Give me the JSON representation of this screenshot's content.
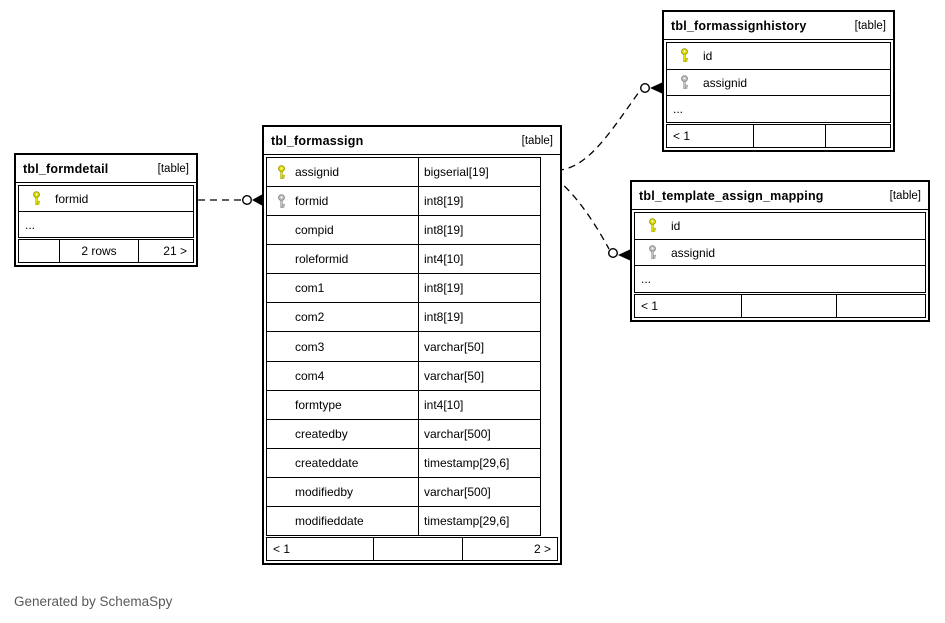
{
  "note": "Generated by SchemaSpy",
  "colors": {
    "border": "#000000",
    "background": "#ffffff",
    "primary_key_fill": "#e3e300",
    "primary_key_stroke": "#9d9d00",
    "foreign_key_fill": "#c2c2c2",
    "foreign_key_stroke": "#8a8a8a",
    "note_text": "#595959"
  },
  "tables": {
    "formdetail": {
      "title": "tbl_formdetail",
      "tag": "[table]",
      "columns": [
        {
          "name": "formid",
          "key": "pk"
        },
        {
          "name": "...",
          "ellipsis": true
        }
      ],
      "footer": [
        "",
        "2 rows",
        "21 >"
      ]
    },
    "formassign": {
      "title": "tbl_formassign",
      "tag": "[table]",
      "columns": [
        {
          "name": "assignid",
          "type": "bigserial[19]",
          "key": "pk"
        },
        {
          "name": "formid",
          "type": "int8[19]",
          "key": "fk"
        },
        {
          "name": "compid",
          "type": "int8[19]"
        },
        {
          "name": "roleformid",
          "type": "int4[10]"
        },
        {
          "name": "com1",
          "type": "int8[19]"
        },
        {
          "name": "com2",
          "type": "int8[19]"
        },
        {
          "name": "com3",
          "type": "varchar[50]"
        },
        {
          "name": "com4",
          "type": "varchar[50]"
        },
        {
          "name": "formtype",
          "type": "int4[10]"
        },
        {
          "name": "createdby",
          "type": "varchar[500]"
        },
        {
          "name": "createddate",
          "type": "timestamp[29,6]"
        },
        {
          "name": "modifiedby",
          "type": "varchar[500]"
        },
        {
          "name": "modifieddate",
          "type": "timestamp[29,6]"
        }
      ],
      "footer": [
        "< 1",
        "",
        "2 >"
      ]
    },
    "formassignhistory": {
      "title": "tbl_formassignhistory",
      "tag": "[table]",
      "columns": [
        {
          "name": "id",
          "key": "pk"
        },
        {
          "name": "assignid",
          "key": "fk"
        },
        {
          "name": "...",
          "ellipsis": true
        }
      ],
      "footer": [
        "< 1",
        "",
        ""
      ]
    },
    "template_assign_mapping": {
      "title": "tbl_template_assign_mapping",
      "tag": "[table]",
      "columns": [
        {
          "name": "id",
          "key": "pk"
        },
        {
          "name": "assignid",
          "key": "fk"
        },
        {
          "name": "...",
          "ellipsis": true
        }
      ],
      "footer": [
        "< 1",
        "",
        ""
      ]
    }
  },
  "relationships": [
    {
      "from": "tbl_formdetail.formid",
      "to": "tbl_formassign.formid",
      "style": "dashed"
    },
    {
      "from": "tbl_formassign.assignid",
      "to": "tbl_formassignhistory.assignid",
      "style": "dashed"
    },
    {
      "from": "tbl_formassign.assignid",
      "to": "tbl_template_assign_mapping.assignid",
      "style": "dashed"
    }
  ]
}
